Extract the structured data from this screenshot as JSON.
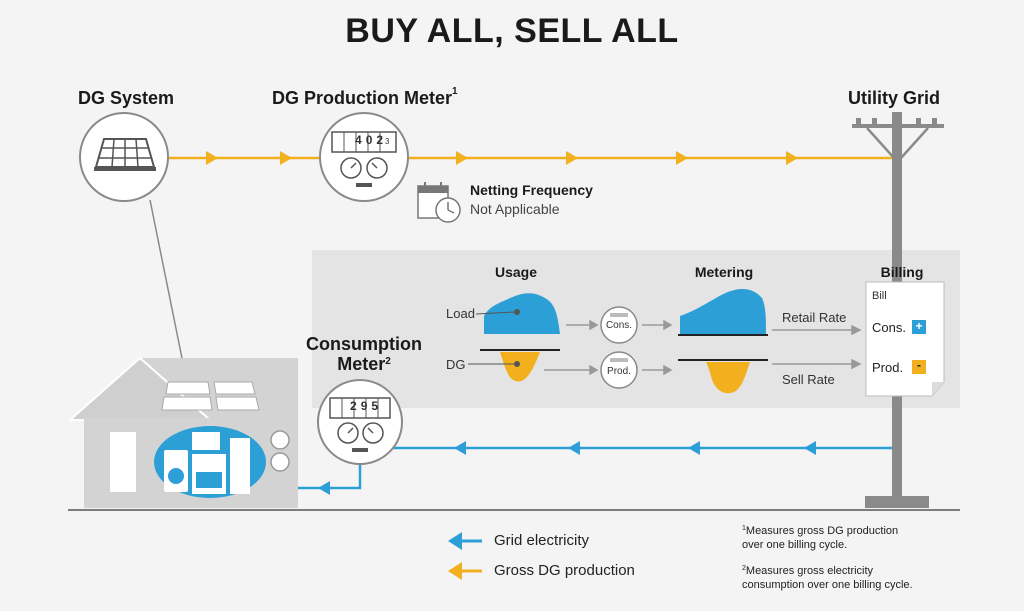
{
  "title": "BUY ALL, SELL ALL",
  "labels": {
    "dg_system": "DG System",
    "dg_meter": "DG Production Meter",
    "dg_meter_sup": "1",
    "utility_grid": "Utility Grid",
    "consumption_meter_line1": "Consumption",
    "consumption_meter_line2": "Meter",
    "consumption_meter_sup": "2"
  },
  "meters": {
    "dg_digits": [
      "4",
      "0",
      "2"
    ],
    "dg_digit_sub": "3",
    "cons_digits": [
      "2",
      "9",
      "5"
    ]
  },
  "netting": {
    "title": "Netting Frequency",
    "value": "Not Applicable"
  },
  "panel": {
    "usage": "Usage",
    "metering": "Metering",
    "billing": "Billing",
    "load": "Load",
    "dg": "DG",
    "cons_meter": "Cons.",
    "prod_meter": "Prod.",
    "retail_rate": "Retail Rate",
    "sell_rate": "Sell Rate",
    "bill_title": "Bill",
    "bill_cons": "Cons.",
    "bill_prod": "Prod.",
    "bill_plus": "+",
    "bill_minus": "-"
  },
  "legend": {
    "grid": "Grid electricity",
    "gross": "Gross DG production"
  },
  "footnotes": {
    "f1_line1": "Measures gross DG production",
    "f1_line2": "over one billing cycle.",
    "f2_line1": "Measures gross electricity",
    "f2_line2": "consumption over one billing cycle.",
    "f1_mark": "1",
    "f2_mark": "2"
  },
  "colors": {
    "yellow": "#f2b01e",
    "blue": "#2c9fd6",
    "gray": "#d3d3d3",
    "dark": "#222222"
  }
}
